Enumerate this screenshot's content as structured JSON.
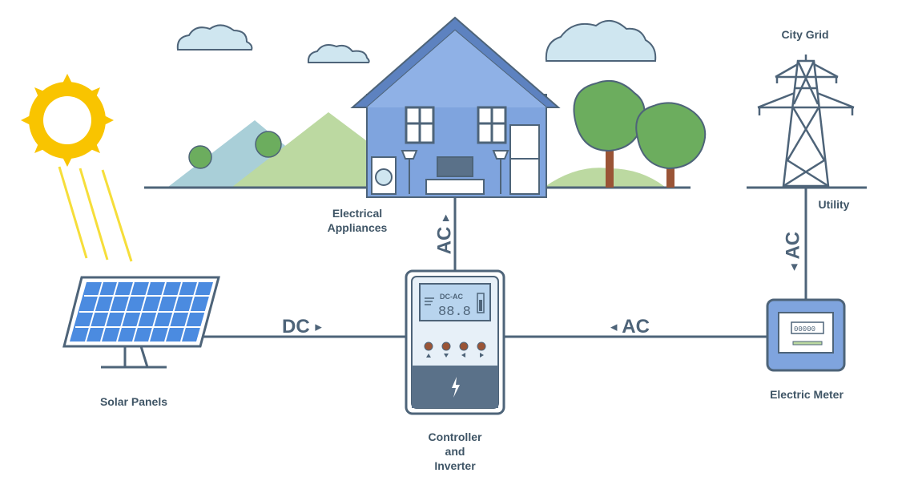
{
  "labels": {
    "city_grid": "City Grid",
    "utility": "Utility",
    "electrical_appliances": "Electrical\nAppliances",
    "solar_panels": "Solar Panels",
    "controller": "Controller\nand\nInverter",
    "electric_meter": "Electric Meter"
  },
  "flows": {
    "dc": "DC",
    "ac_controller_meter": "AC",
    "ac_house": "AC",
    "ac_grid": "AC"
  },
  "controller_display": {
    "mode": "DC-AC",
    "digits": "88.8"
  },
  "meter_display": {
    "digits": "00000"
  },
  "colors": {
    "line": "#4e6479",
    "house": "#7fa4de",
    "house_dark": "#5d82c0",
    "sun": "#f9c400",
    "panel": "#4b8be0",
    "controller_body": "#5a7189",
    "meter_body": "#7fa4de",
    "hill_green": "#bcd9a1",
    "hill_blue": "#a9cfd8",
    "tree": "#6cad5e",
    "trunk": "#9a5436",
    "cloud": "#cfe6f0"
  }
}
